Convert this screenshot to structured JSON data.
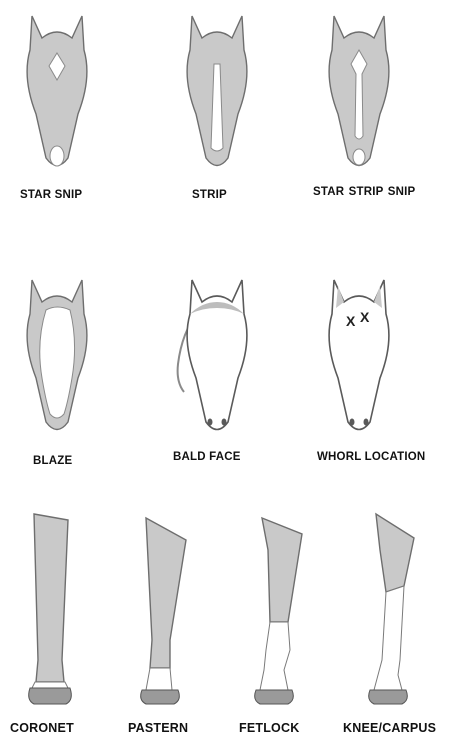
{
  "rows": {
    "face_markings_row1": {
      "captions": [
        "STAR SNIP",
        "STRIP",
        "STAR STRIP   SNIP"
      ]
    },
    "face_markings_row2": {
      "captions": [
        "BLAZE",
        "BALD FACE",
        "WHORL LOCATION"
      ],
      "whorl_marks": [
        "X",
        "X"
      ]
    },
    "leg_markings_row": {
      "captions": [
        "CORONET",
        "PASTERN",
        "FETLOCK",
        "KNEE/CARPUS"
      ]
    }
  },
  "colors": {
    "coat_shading": "#c9c9c9",
    "white_marking": "#ffffff",
    "outline": "#6e6e6e",
    "hoof": "#9a9a9a",
    "text": "#111111"
  }
}
